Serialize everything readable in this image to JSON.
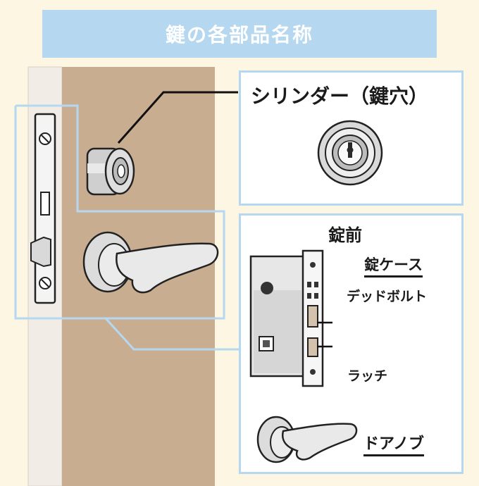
{
  "title": "鍵の各部品名称",
  "labels": {
    "cylinder": "シリンダー（鍵穴）",
    "lock": "錠前",
    "lock_case": "錠ケース",
    "deadbolt": "デッドボルト",
    "latch": "ラッチ",
    "doorknob": "ドアノブ"
  },
  "colors": {
    "background": "#fdf6e3",
    "banner": "#b5d8f0",
    "frame": "#b5d8f0",
    "door": "#c9ad90",
    "door_edge": "#f1ece6",
    "metal": "#e3e3e3",
    "outline": "#222222"
  }
}
